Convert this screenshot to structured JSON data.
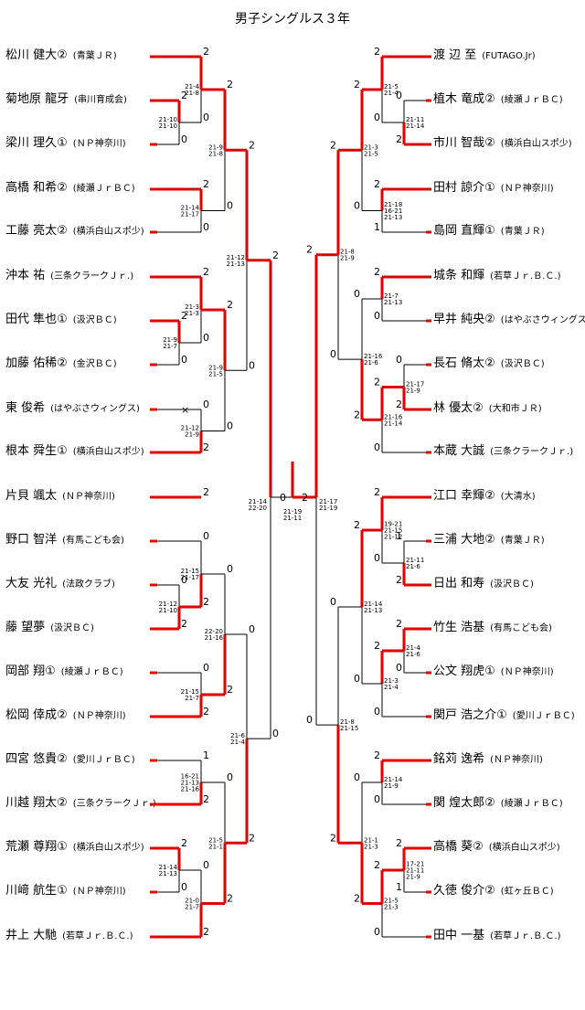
{
  "title": "男子シングルス３年",
  "colors": {
    "winner": "#e00000",
    "loser": "#000000"
  },
  "left_players": [
    {
      "name": "松川 健大②",
      "club": "(青葉ＪＲ)"
    },
    {
      "name": "菊地原 龍牙",
      "club": "(串川育成会)"
    },
    {
      "name": "梁川 理久①",
      "club": "(ＮＰ神奈川)"
    },
    {
      "name": "高橋 和希②",
      "club": "(綾瀬ＪｒＢＣ)"
    },
    {
      "name": "工藤 亮太②",
      "club": "(横浜白山スポ少)"
    },
    {
      "name": "沖本 祐",
      "club": "(三条クラークＪｒ.)"
    },
    {
      "name": "田代 隼也①",
      "club": "(汲沢ＢＣ)"
    },
    {
      "name": "加藤 佑稀②",
      "club": "(金沢ＢＣ)"
    },
    {
      "name": "東 俊希",
      "club": "(はやぶさウィングス)"
    },
    {
      "name": "根本 舜生①",
      "club": "(横浜白山スポ少)"
    },
    {
      "name": "片貝 颯太",
      "club": "(ＮＰ神奈川)"
    },
    {
      "name": "野口 智洋",
      "club": "(有馬こども会)"
    },
    {
      "name": "大友 光礼",
      "club": "(法政クラブ)"
    },
    {
      "name": "藤 望夢",
      "club": "(汲沢ＢＣ)"
    },
    {
      "name": "岡部 翔①",
      "club": "(綾瀬ＪｒＢＣ)"
    },
    {
      "name": "松岡 倖成②",
      "club": "(ＮＰ神奈川)"
    },
    {
      "name": "四宮 悠貴②",
      "club": "(愛川ＪｒＢＣ)"
    },
    {
      "name": "川越 翔太②",
      "club": "(三条クラークＪｒ.)"
    },
    {
      "name": "荒瀬 尊翔①",
      "club": "(横浜白山スポ少)"
    },
    {
      "name": "川﨑 航生①",
      "club": "(ＮＰ神奈川)"
    },
    {
      "name": "井上 大馳",
      "club": "(若草Ｊｒ.Ｂ.Ｃ.)"
    }
  ],
  "right_players": [
    {
      "name": "渡 辺 至",
      "club": "(FUTAGO.Jr)"
    },
    {
      "name": "植木 竜成②",
      "club": "(綾瀬ＪｒＢＣ)"
    },
    {
      "name": "市川 智哉②",
      "club": "(横浜白山スポ少)"
    },
    {
      "name": "田村 諒介①",
      "club": "(ＮＰ神奈川)"
    },
    {
      "name": "島岡 直輝①",
      "club": "(青葉ＪＲ)"
    },
    {
      "name": "城条 和輝",
      "club": "(若草Ｊｒ.Ｂ.Ｃ.)"
    },
    {
      "name": "早井 純央②",
      "club": "(はやぶさウィングス)"
    },
    {
      "name": "長石 脩太②",
      "club": "(汲沢ＢＣ)"
    },
    {
      "name": "林 優太②",
      "club": "(大和市ＪＲ)"
    },
    {
      "name": "本蔵 大誠",
      "club": "(三条クラークＪｒ.)"
    },
    {
      "name": "江口 幸輝②",
      "club": "(大清水)"
    },
    {
      "name": "三浦 大地②",
      "club": "(青葉ＪＲ)"
    },
    {
      "name": "日出 和寿",
      "club": "(汲沢ＢＣ)"
    },
    {
      "name": "竹生 浩基",
      "club": "(有馬こども会)"
    },
    {
      "name": "公文 翔虎①",
      "club": "(ＮＰ神奈川)"
    },
    {
      "name": "関戸 浩之介①",
      "club": "(愛川ＪｒＢＣ)"
    },
    {
      "name": "銘苅 逸希",
      "club": "(ＮＰ神奈川)"
    },
    {
      "name": "関 煌太郎②",
      "club": "(綾瀬ＪｒＢＣ)"
    },
    {
      "name": "高橋 葵②",
      "club": "(横浜白山スポ少)"
    },
    {
      "name": "久徳 俊介②",
      "club": "(虹ヶ丘ＢＣ)"
    },
    {
      "name": "田中 一基",
      "club": "(若草Ｊｒ.Ｂ.Ｃ.)"
    }
  ],
  "left_matches": [
    {
      "score_a": "2",
      "score_b": "0",
      "details": [
        "21-4",
        "21-8"
      ]
    },
    {
      "score_a": "2",
      "score_b": "0",
      "details": [
        "21-10",
        "21-10"
      ]
    },
    {
      "score_a": "2",
      "score_b": "0",
      "details": [
        "21-9",
        "21-8"
      ]
    },
    {
      "score_a": "2",
      "score_b": "0",
      "details": [
        "21-14",
        "21-17"
      ]
    },
    {
      "score_a": "2",
      "score_b": "0",
      "details": [
        "21-12",
        "21-13"
      ]
    },
    {
      "score_a": "2",
      "score_b": "0",
      "details": [
        "21-3",
        "21-3"
      ]
    },
    {
      "score_a": "2",
      "score_b": "0",
      "details": [
        "21-9",
        "21-7"
      ]
    },
    {
      "score_a": "2",
      "score_b": "0",
      "details": [
        "21-9",
        "21-5"
      ]
    },
    {
      "score_a": "0",
      "score_b": "2",
      "details": [
        "21-12",
        "21-9"
      ]
    },
    {
      "score_a": "0",
      "score_b": "2",
      "details": [
        "21-15",
        "21-17"
      ]
    },
    {
      "score_a": "0",
      "score_b": "2",
      "details": [
        "21-12",
        "21-10"
      ]
    },
    {
      "score_a": "0",
      "score_b": "2",
      "details": [
        "22-20",
        "21-16"
      ]
    },
    {
      "score_a": "0",
      "score_b": "2",
      "details": [
        "21-15",
        "21-7"
      ]
    },
    {
      "score_a": "0",
      "score_b": "2",
      "details": [
        "21-6",
        "21-4"
      ]
    },
    {
      "score_a": "1",
      "score_b": "2",
      "details": [
        "16-21",
        "21-13",
        "21-16"
      ]
    },
    {
      "score_a": "2",
      "score_b": "0",
      "details": [
        "21-14",
        "21-13"
      ]
    },
    {
      "score_a": "0",
      "score_b": "2",
      "details": [
        "21-5",
        "21-1"
      ]
    },
    {
      "score_a": "0",
      "score_b": "2",
      "details": [
        "21-0",
        "21-7"
      ]
    }
  ],
  "left_semifinal": {
    "score": "0",
    "details": [
      "21-14",
      "22-20"
    ]
  },
  "left_bye_mark": "×",
  "right_matches": [
    {
      "score_a": "2",
      "score_b": "0",
      "details": [
        "21-5",
        "21-4"
      ]
    },
    {
      "score_a": "0",
      "score_b": "2",
      "details": [
        "21-11",
        "21-14"
      ]
    },
    {
      "score_a": "2",
      "score_b": "0",
      "details": [
        "21-3",
        "21-5"
      ]
    },
    {
      "score_a": "2",
      "score_b": "1",
      "details": [
        "21-18",
        "16-21",
        "21-13"
      ]
    },
    {
      "score_a": "2",
      "score_b": "0",
      "details": [
        "21-8",
        "21-9"
      ]
    },
    {
      "score_a": "2",
      "score_b": "0",
      "details": [
        "21-7",
        "21-13"
      ]
    },
    {
      "score_a": "0",
      "score_b": "2",
      "details": [
        "21-16",
        "21-6"
      ]
    },
    {
      "score_a": "0",
      "score_b": "2",
      "details": [
        "21-17",
        "21-9"
      ]
    },
    {
      "score_a": "2",
      "score_b": "0",
      "details": [
        "21-16",
        "21-14"
      ]
    },
    {
      "score_a": "2",
      "score_b": "0",
      "details": [
        "19-21",
        "21-15",
        "21-12"
      ]
    },
    {
      "score_a": "1",
      "score_b": "2",
      "details": [
        "21-11",
        "21-6"
      ]
    },
    {
      "score_a": "2",
      "score_b": "0",
      "details": [
        "21-14",
        "21-13"
      ]
    },
    {
      "score_a": "2",
      "score_b": "0",
      "details": [
        "21-4",
        "21-6"
      ]
    },
    {
      "score_a": "2",
      "score_b": "0",
      "details": [
        "21-3",
        "21-4"
      ]
    },
    {
      "score_a": "0",
      "score_b": "2",
      "details": [
        "21-8",
        "21-15"
      ]
    },
    {
      "score_a": "2",
      "score_b": "0",
      "details": [
        "21-14",
        "21-9"
      ]
    },
    {
      "score_a": "2",
      "score_b": "1",
      "details": [
        "17-21",
        "21-11",
        "21-9"
      ]
    },
    {
      "score_a": "0",
      "score_b": "2",
      "details": [
        "21-1",
        "21-3"
      ]
    },
    {
      "score_a": "2",
      "score_b": "0",
      "details": [
        "21-5",
        "21-3"
      ]
    }
  ],
  "right_semifinal": {
    "score": "2",
    "details": [
      "21-17",
      "21-19"
    ]
  },
  "final": {
    "score_left": "0",
    "score_right": "2",
    "details": [
      "21-19",
      "21-11"
    ]
  }
}
